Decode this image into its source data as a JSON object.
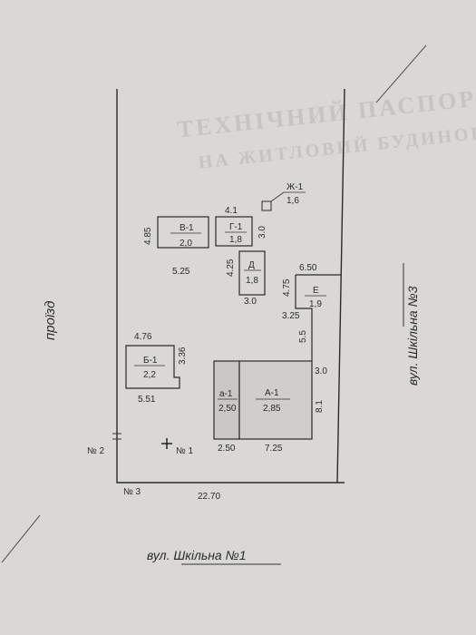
{
  "street_right": "вул. Шкільна №3",
  "street_bottom": "вул. Шкільна №1",
  "passage_label": "проїзд",
  "points": {
    "p1": "№ 1",
    "p2": "№ 2",
    "p3": "№ 3"
  },
  "boundary_dims": {
    "bottom": "22.70",
    "right_lower": "8.1",
    "right_mid": "5.5",
    "step": "3.25",
    "top_step": "6.50"
  },
  "buildings": {
    "v1": {
      "name": "В-1",
      "num": "2,0",
      "w": "5.25",
      "h": "4.85"
    },
    "g1": {
      "name": "Г-1",
      "num": "1,8",
      "w": "4.1",
      "h": "3.0"
    },
    "zh1": {
      "name": "Ж-1",
      "num": "1,6"
    },
    "d": {
      "name": "Д",
      "num": "1,8",
      "w": "3.0",
      "h": "4.25"
    },
    "e": {
      "name": "Е",
      "num": "1,9",
      "h": "4.75"
    },
    "b1": {
      "name": "Б-1",
      "num": "2,2",
      "w_top": "4.76",
      "w_bottom": "5.51",
      "h": "3.36"
    },
    "a": {
      "name": "а-1",
      "num": "2,50",
      "w": "2.50"
    },
    "A1": {
      "name": "А-1",
      "num": "2,85",
      "w": "7.25",
      "side": "3.0"
    }
  },
  "ghost_lines": [
    "ТЕХНІЧНИЙ ПАСПОРТ",
    "НА ЖИТЛОВИЙ БУДИНОК"
  ]
}
